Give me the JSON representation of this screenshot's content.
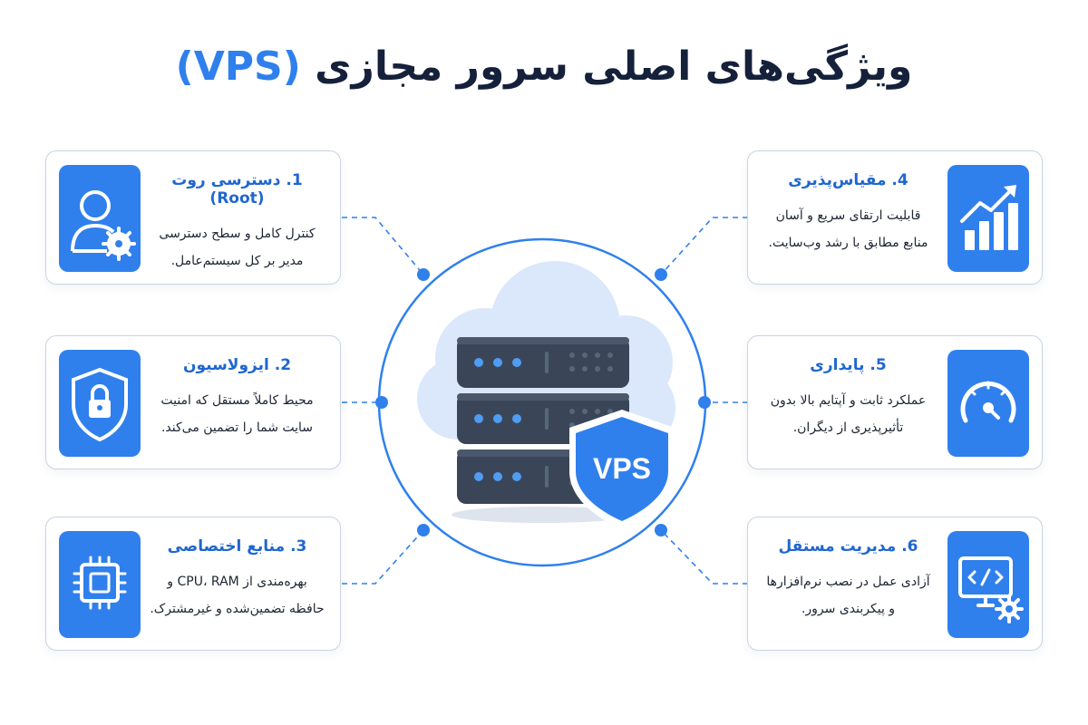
{
  "title": {
    "main": "ویژگی‌های اصلی سرور مجازی",
    "highlight": "(VPS)"
  },
  "center": {
    "shield_label": "VPS"
  },
  "features": [
    {
      "title": "1. دسترسی روت (Root)",
      "desc_line1": "کنترل کامل و سطح دسترسی",
      "desc_line2": "مدیر بر کل سیستم‌عامل.",
      "icon": "user-gear-icon"
    },
    {
      "title": "2. ایزولاسیون",
      "desc_line1": "محیط کاملاً مستقل که امنیت",
      "desc_line2": "سایت شما را تضمین می‌کند.",
      "icon": "shield-lock-icon"
    },
    {
      "title": "3. منابع اختصاصی",
      "desc_line1": "بهره‌مندی از CPU، RAM و",
      "desc_line2": "حافظه تضمین‌شده و غیرمشترک.",
      "icon": "cpu-chip-icon"
    },
    {
      "title": "4. مقیاس‌پذیری",
      "desc_line1": "قابلیت ارتقای سریع و آسان",
      "desc_line2": "منابع مطابق با رشد وب‌سایت.",
      "icon": "growth-chart-icon"
    },
    {
      "title": "5. پایداری",
      "desc_line1": "عملکرد ثابت و آپتایم بالا بدون",
      "desc_line2": "تأثیرپذیری از دیگران.",
      "icon": "speedometer-icon"
    },
    {
      "title": "6. مدیریت مستقل",
      "desc_line1": "آزادی عمل در نصب نرم‌افزارها",
      "desc_line2": "و پیکربندی سرور.",
      "icon": "monitor-code-gear-icon"
    }
  ],
  "colors": {
    "accent": "#2f80ed",
    "title_dark": "#15213a",
    "card_title": "#1f66d1",
    "server_body": "#3a4658",
    "cloud": "#dbe8fb",
    "card_border": "#c9d3e3"
  }
}
